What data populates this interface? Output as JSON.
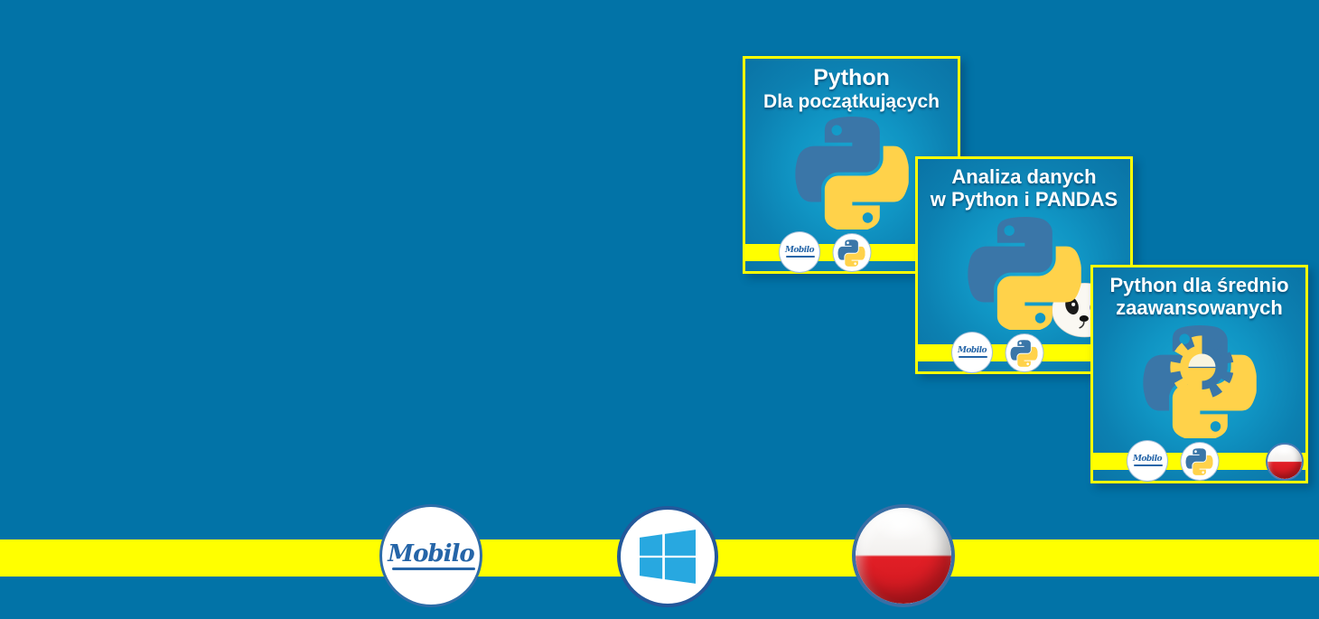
{
  "page": {
    "bg_color": "#0273A7",
    "band_color": "#FFFF00"
  },
  "cards": [
    {
      "title_line1": "Python",
      "title_line2": "Dla początkujących"
    },
    {
      "title_line1": "Analiza danych",
      "title_line2": "w Python i PANDAS"
    },
    {
      "title_line1": "Python dla średnio",
      "title_line2": "zaawansowanych"
    }
  ],
  "branding": {
    "mobilo_label": "Mobilo"
  },
  "footer": {
    "icons": [
      "mobilo-logo",
      "windows-logo",
      "poland-flag"
    ]
  },
  "colors": {
    "python_blue": "#3A76A8",
    "python_yellow": "#FFD24A",
    "windows_blue": "#28A8E0",
    "flag_red": "#E21F26",
    "accent_yellow": "#FFFF00",
    "mobilo_blue": "#2565A8",
    "card_center": "#1BA8D2",
    "card_edge": "#0A73A5"
  }
}
